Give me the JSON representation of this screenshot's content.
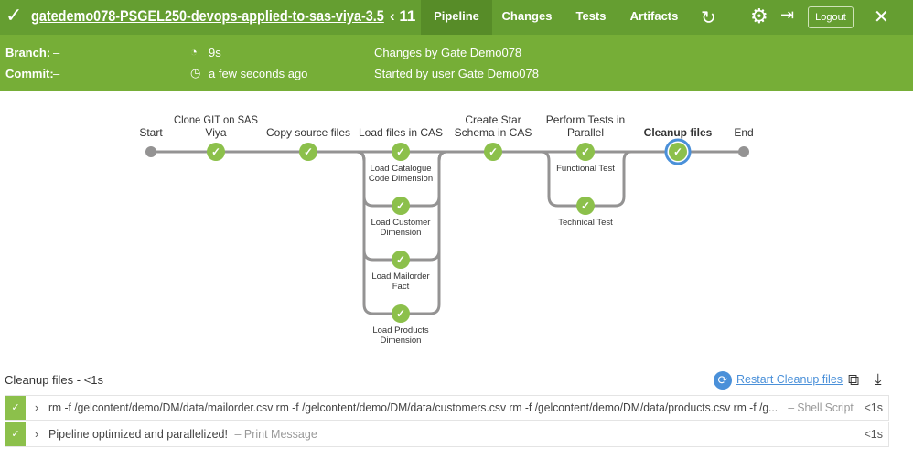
{
  "header": {
    "title": "gatedemo078-PSGEL250-devops-applied-to-sas-viya-3.5",
    "run_number": "11",
    "tabs": [
      {
        "label": "Pipeline",
        "active": true
      },
      {
        "label": "Changes"
      },
      {
        "label": "Tests"
      },
      {
        "label": "Artifacts"
      }
    ],
    "logout_label": "Logout",
    "icons": [
      "check-icon",
      "chevron-left-icon",
      "replay-icon",
      "gear-icon",
      "sign-in-icon",
      "close-icon"
    ]
  },
  "summary": {
    "branch_label": "Branch:",
    "branch_value": "–",
    "commit_label": "Commit:",
    "commit_value": "–",
    "duration": "9s",
    "started": "a few seconds ago",
    "changes": "Changes by Gate Demo078",
    "started_by": "Started by user Gate Demo078"
  },
  "pipeline": {
    "stages": [
      "Start",
      "Clone GIT on SAS Viya",
      "Copy source files",
      "Load files in CAS",
      "Create Star Schema in CAS",
      "Perform Tests in Parallel",
      "Cleanup files",
      "End"
    ],
    "load_branches": [
      "Load Catalogue Code Dimension",
      "Load Customer Dimension",
      "Load Mailorder Fact",
      "Load Products Dimension"
    ],
    "test_branches": [
      "Functional Test",
      "Technical Test"
    ],
    "selected": "Cleanup files",
    "status_color": "#8cc04b",
    "selected_color": "#4a90d9"
  },
  "steps": {
    "heading": "Cleanup files - <1s",
    "restart_label": "Restart Cleanup files",
    "rows": [
      {
        "text": "rm -f /gelcontent/demo/DM/data/mailorder.csv rm -f /gelcontent/demo/DM/data/customers.csv rm -f /gelcontent/demo/DM/data/products.csv rm -f /g...",
        "kind": "– Shell Script",
        "duration": "<1s"
      },
      {
        "text": "Pipeline optimized and parallelized!",
        "kind": "– Print Message",
        "duration": "<1s"
      }
    ]
  }
}
